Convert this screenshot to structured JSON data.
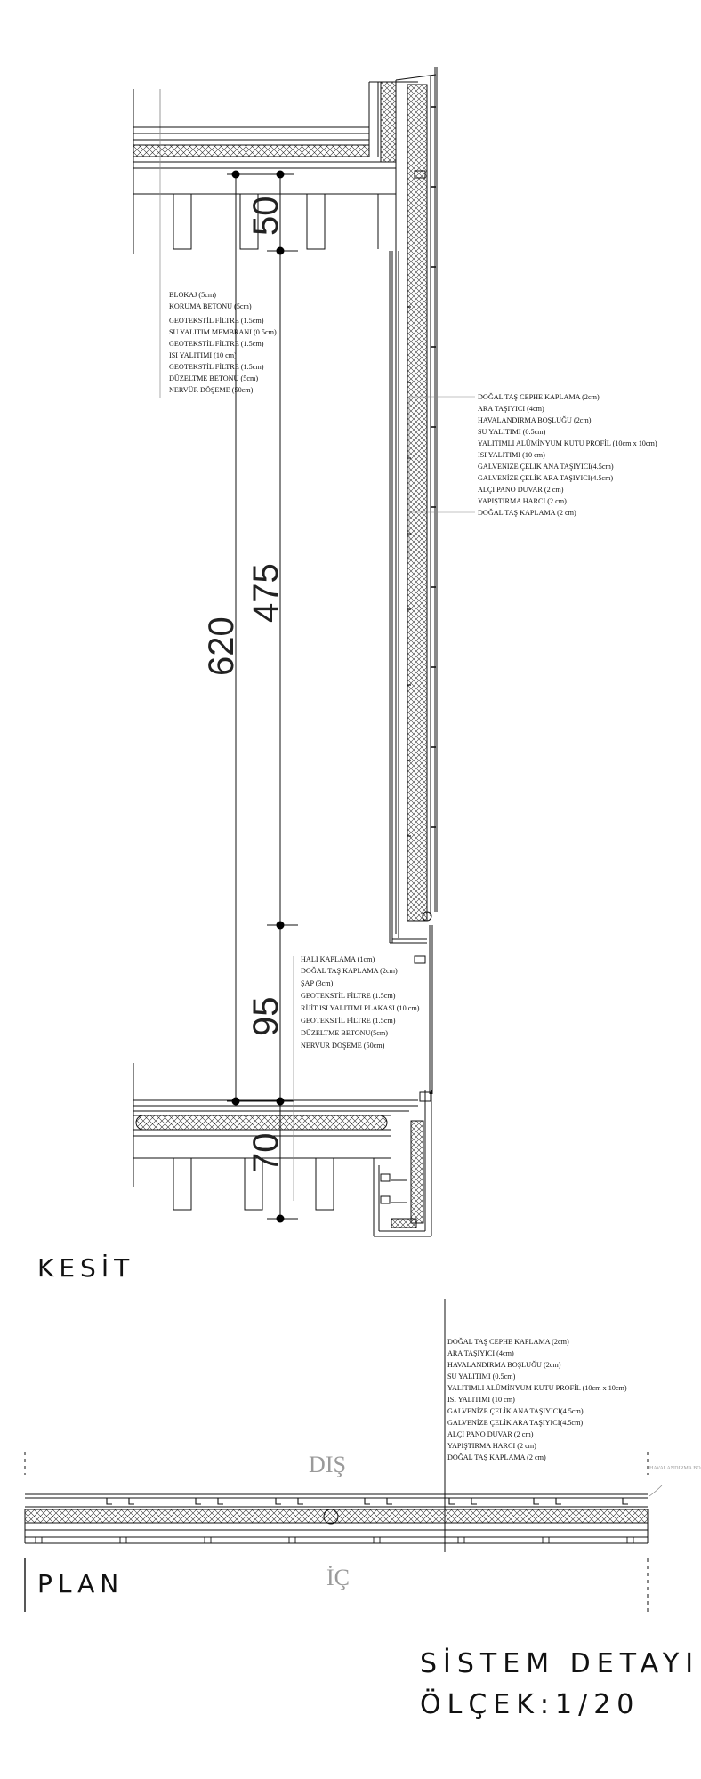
{
  "section": {
    "title": "KESİT",
    "roof_labels": [
      "BLOKAJ (5cm)",
      "KORUMA BETONU (5cm)",
      "GEOTEKSTİL FİLTRE (1.5cm)",
      "SU YALITIM MEMBRANI (0.5cm)",
      "GEOTEKSTİL FİLTRE (1.5cm)",
      "ISI YALITIMI (10 cm)",
      "GEOTEKSTİL FİLTRE (1.5cm)",
      "DÜZELTME BETONU (5cm)",
      "NERVÜR DÖŞEME (50cm)"
    ],
    "facade_labels": [
      "DOĞAL TAŞ CEPHE KAPLAMA (2cm)",
      "ARA TAŞIYICI (4cm)",
      "HAVALANDIRMA BOŞLUĞU (2cm)",
      "SU YALITIMI (0.5cm)",
      "YALITIMLI ALÜMİNYUM KUTU PROFİL (10cm x 10cm)",
      "ISI YALITIMI (10 cm)",
      "GALVENİZE ÇELİK ANA TAŞIYICI(4.5cm)",
      "GALVENİZE ÇELİK ARA TAŞIYICI(4.5cm)",
      "ALÇI PANO DUVAR (2 cm)",
      "YAPIŞTIRMA HARCI (2 cm)",
      "DOĞAL TAŞ KAPLAMA (2 cm)"
    ],
    "floor_labels": [
      "HALI KAPLAMA (1cm)",
      "DOĞAL TAŞ KAPLAMA (2cm)",
      "ŞAP (3cm)",
      "GEOTEKSTİL FİLTRE (1.5cm)",
      "RİJİT ISI YALITIMI PLAKASI (10 cm)",
      "GEOTEKSTİL FİLTRE (1.5cm)",
      "DÜZELTME BETONU(5cm)",
      "NERVÜR DÖŞEME (50cm)"
    ],
    "dimensions": {
      "total": "620",
      "top": "50",
      "middle": "475",
      "lower": "95",
      "bottom": "70"
    }
  },
  "plan": {
    "title": "PLAN",
    "outside": "DIŞ",
    "inside": "İÇ",
    "side_note": "HAVALANDIRMA BOŞLUĞU",
    "labels": [
      "DOĞAL TAŞ CEPHE KAPLAMA (2cm)",
      "ARA TAŞIYICI (4cm)",
      "HAVALANDIRMA BOŞLUĞU (2cm)",
      "SU YALITIMI (0.5cm)",
      "YALITIMLI ALÜMİNYUM KUTU PROFİL (10cm x 10cm)",
      "ISI YALITIMI (10 cm)",
      "GALVENİZE ÇELİK ANA TAŞIYICI(4.5cm)",
      "GALVENİZE ÇELİK ARA TAŞIYICI(4.5cm)",
      "ALÇI PANO DUVAR (2 cm)",
      "YAPIŞTIRMA HARCI (2 cm)",
      "DOĞAL TAŞ KAPLAMA (2 cm)"
    ]
  },
  "footer": {
    "title": "SİSTEM DETAYI",
    "scale": "ÖLÇEK:1/20"
  }
}
